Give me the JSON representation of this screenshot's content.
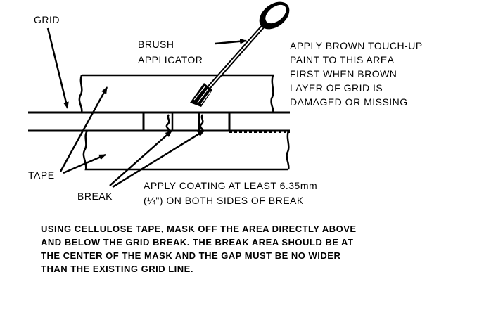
{
  "labels": {
    "grid": "GRID",
    "brush_line1": "BRUSH",
    "brush_line2": "APPLICATOR",
    "apply_brown": [
      "APPLY BROWN TOUCH-UP",
      "PAINT TO THIS AREA",
      "FIRST WHEN BROWN",
      "LAYER OF GRID IS",
      "DAMAGED OR MISSING"
    ],
    "tape": "TAPE",
    "break": "BREAK",
    "coating_line1": "APPLY COATING AT LEAST 6.35mm",
    "coating_line2": "(¼\") ON BOTH SIDES OF BREAK"
  },
  "instructions": [
    "USING CELLULOSE TAPE, MASK OFF THE AREA DIRECTLY ABOVE",
    "AND BELOW THE GRID BREAK. THE BREAK AREA SHOULD BE AT",
    "THE CENTER OF THE MASK AND THE GAP MUST BE NO WIDER",
    "THAN THE EXISTING GRID LINE."
  ],
  "colors": {
    "ink": "#000000",
    "paper": "#ffffff"
  }
}
